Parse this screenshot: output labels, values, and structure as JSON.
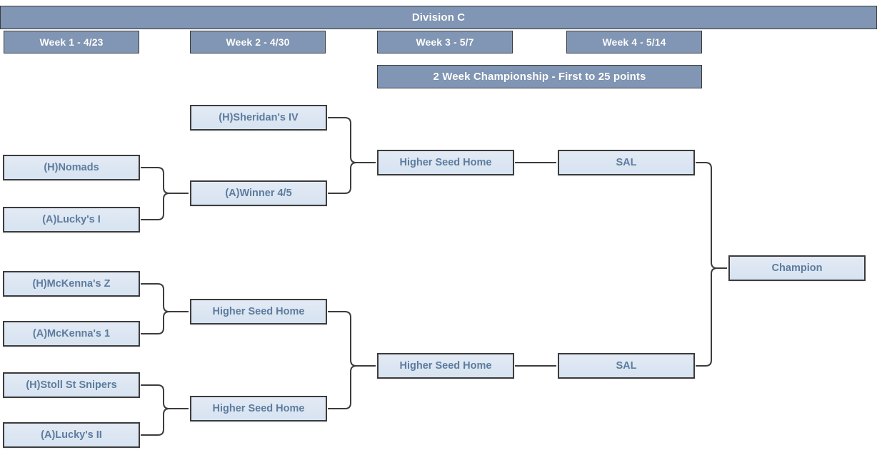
{
  "header": {
    "division_title": "Division C",
    "weeks": [
      {
        "label": "Week 1 - 4/23"
      },
      {
        "label": "Week 2 - 4/30"
      },
      {
        "label": "Week 3 - 5/7"
      },
      {
        "label": "Week 4 - 5/14"
      }
    ],
    "championship_note": "2 Week Championship - First to 25 points"
  },
  "colors": {
    "header_bar": "#8096b4",
    "header_text": "#ffffff",
    "node_fill": "#dce6f1",
    "node_border": "#3c3c3c",
    "node_text": "#5d7c9e",
    "connector": "#3c3c3c",
    "page_background": "#ffffff"
  },
  "bracket": {
    "round1": [
      {
        "name": "round1-nomads",
        "label": "(H)Nomads"
      },
      {
        "name": "round1-luckys-i",
        "label": "(A)Lucky's I"
      },
      {
        "name": "round1-mckennas-z",
        "label": "(H)McKenna's Z"
      },
      {
        "name": "round1-mckennas-1",
        "label": "(A)McKenna's 1"
      },
      {
        "name": "round1-stoll-st-snipers",
        "label": "(H)Stoll St Snipers"
      },
      {
        "name": "round1-luckys-ii",
        "label": "(A)Lucky's II"
      }
    ],
    "round2": [
      {
        "name": "round2-sheridans-iv",
        "label": "(H)Sheridan's IV"
      },
      {
        "name": "round2-winner-4-5",
        "label": "(A)Winner 4/5"
      },
      {
        "name": "round2-upper-mckenna",
        "label": "Higher Seed Home"
      },
      {
        "name": "round2-lower-stoll",
        "label": "Higher Seed Home"
      }
    ],
    "round3": [
      {
        "name": "round3-top",
        "label": "Higher Seed Home"
      },
      {
        "name": "round3-bottom",
        "label": "Higher Seed Home"
      }
    ],
    "round4": [
      {
        "name": "round4-top",
        "label": "SAL"
      },
      {
        "name": "round4-bottom",
        "label": "SAL"
      }
    ],
    "final": {
      "name": "champion",
      "label": "Champion"
    }
  }
}
